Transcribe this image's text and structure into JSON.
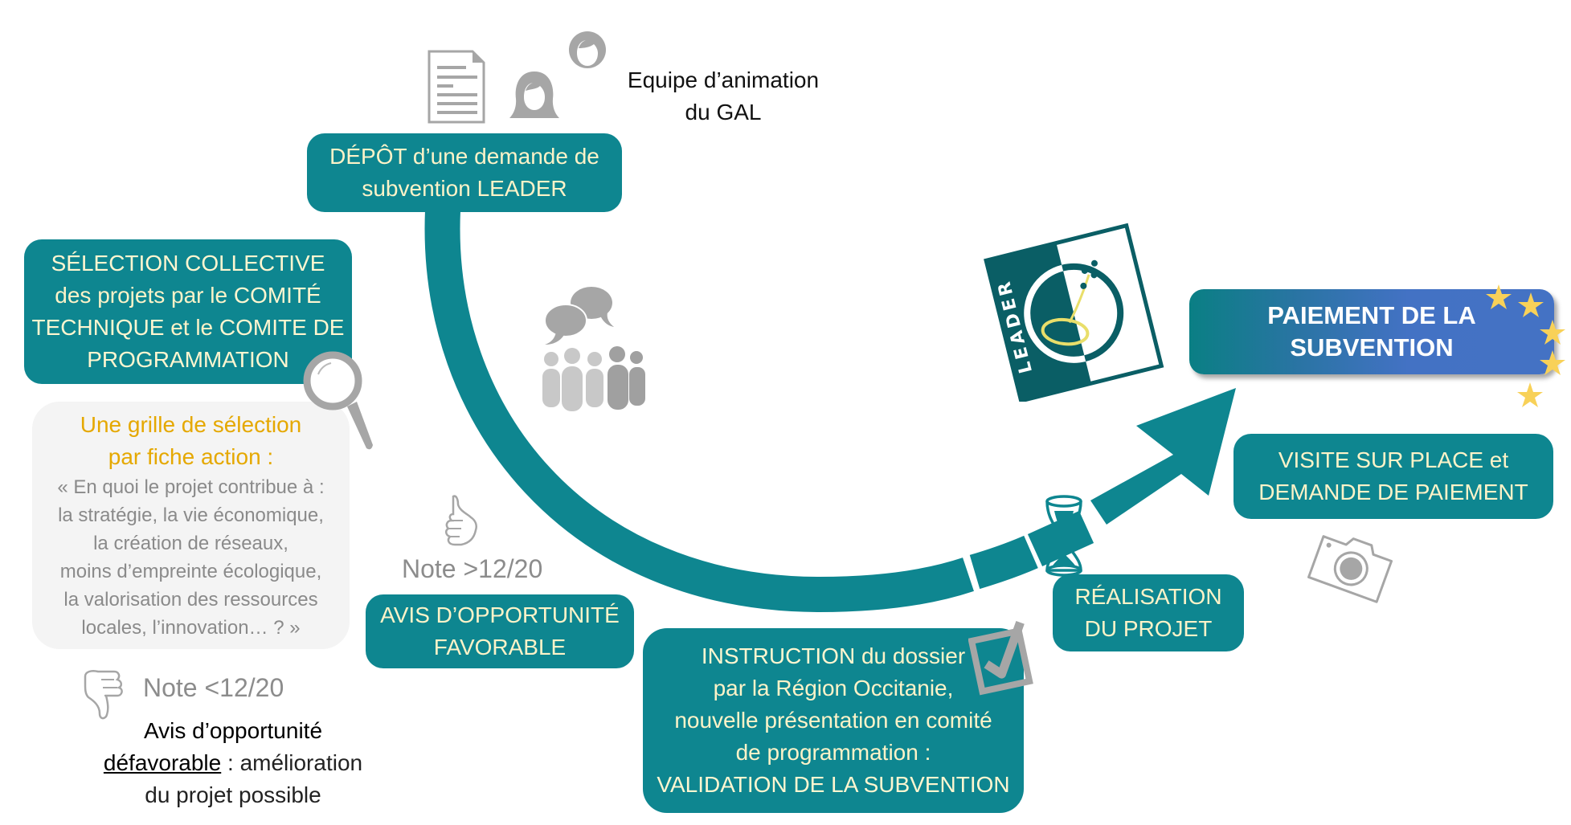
{
  "title": "Parcours d'une demande de subvention LEADER",
  "colors": {
    "teal": "#0e8690",
    "box_text": "#fdf3c8",
    "grid_title": "#e5a800",
    "grey_text": "#8a8a8a",
    "eu_blue": "#4472c4",
    "eu_star": "#f8d158",
    "icon_grey": "#a6a6a6"
  },
  "team": {
    "line1": "Equipe d’animation",
    "line2": "du GAL"
  },
  "depot": {
    "line1": "DÉPÔT d’une demande de",
    "line2": "subvention LEADER"
  },
  "selection": {
    "line1": "SÉLECTION COLLECTIVE",
    "line2_a": "des projets par le ",
    "line2_b": "COMITÉ",
    "line3_a": "TECHNIQUE",
    "line3_b": " et le ",
    "line3_c": "COMITE DE",
    "line4": "PROGRAMMATION"
  },
  "grid": {
    "title1": "Une grille de sélection",
    "title2": "par fiche action :",
    "lines": [
      "« En quoi le projet contribue à :",
      "la stratégie, la vie économique,",
      "la création de réseaux,",
      "moins d’empreinte écologique,",
      "la valorisation des ressources",
      "locales, l’innovation… ? »"
    ]
  },
  "unfavorable": {
    "note": "Note <12/20",
    "line1": "Avis d’opportunité",
    "line2_underlined": "défavorable",
    "line2_rest": " : amélioration",
    "line3": "du projet possible"
  },
  "favorable": {
    "note": "Note >12/20",
    "line1": "AVIS D’OPPORTUNITÉ",
    "line2": "FAVORABLE"
  },
  "instruction": {
    "line1_bold": "INSTRUCTION",
    "line1_rest": " du dossier",
    "line2": "par la Région Occitanie,",
    "line3": "nouvelle présentation en comité",
    "line4": "de programmation :",
    "line5": "VALIDATION DE LA SUBVENTION"
  },
  "realisation": {
    "line1": "RÉALISATION",
    "line2": "DU PROJET"
  },
  "visite": {
    "line1": "VISITE SUR PLACE  et",
    "line2": "DEMANDE DE PAIEMENT"
  },
  "paiement": {
    "line1": "PAIEMENT DE LA",
    "line2": "SUBVENTION"
  },
  "logo": {
    "text": "LEADER"
  },
  "icons": [
    "document-icon",
    "woman-avatar-icon",
    "woman-avatar-icon-2",
    "speech-bubbles-icon",
    "group-people-icon",
    "magnifier-icon",
    "thumbs-up-icon",
    "thumbs-down-icon",
    "checkbox-checked-icon",
    "hourglass-icon",
    "camera-icon",
    "eu-stars-icon",
    "leader-logo"
  ]
}
